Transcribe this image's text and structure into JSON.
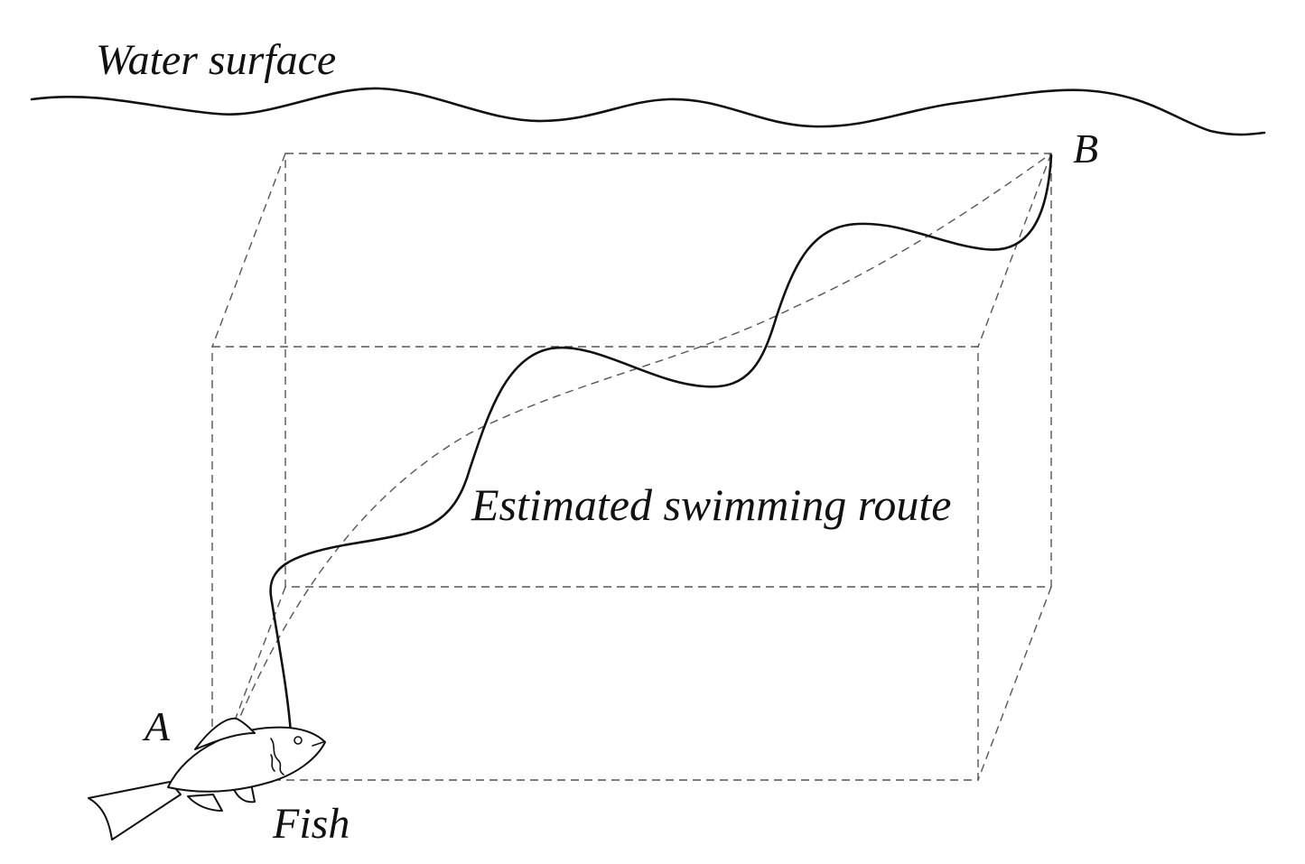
{
  "labels": {
    "water_surface": "Water surface",
    "point_a": "A",
    "point_b": "B",
    "fish": "Fish",
    "route": "Estimated swimming route"
  }
}
